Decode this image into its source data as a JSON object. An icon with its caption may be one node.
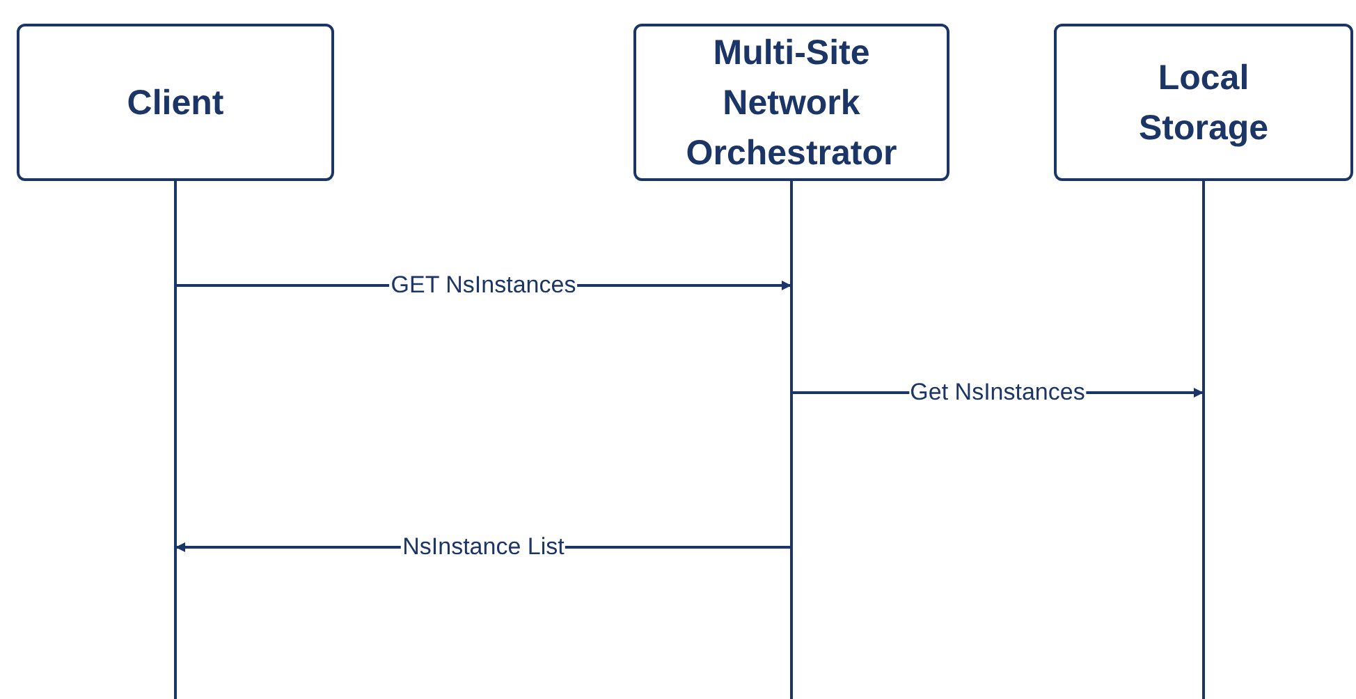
{
  "diagram": {
    "nodes": [
      {
        "text": [
          "Client"
        ]
      },
      {
        "text": [
          "Multi-Site Network Orchestrator"
        ]
      },
      {
        "text": [
          "Local Storage"
        ]
      }
    ],
    "edges": [
      {
        "from": 0,
        "to": 1,
        "arrow": "to",
        "label": "GET NsInstances"
      },
      {
        "from": 1,
        "to": 2,
        "arrow": "to",
        "label": "Get NsInstances"
      },
      {
        "from": 1,
        "to": 0,
        "arrow": "to",
        "label": "NsInstance List"
      }
    ]
  }
}
